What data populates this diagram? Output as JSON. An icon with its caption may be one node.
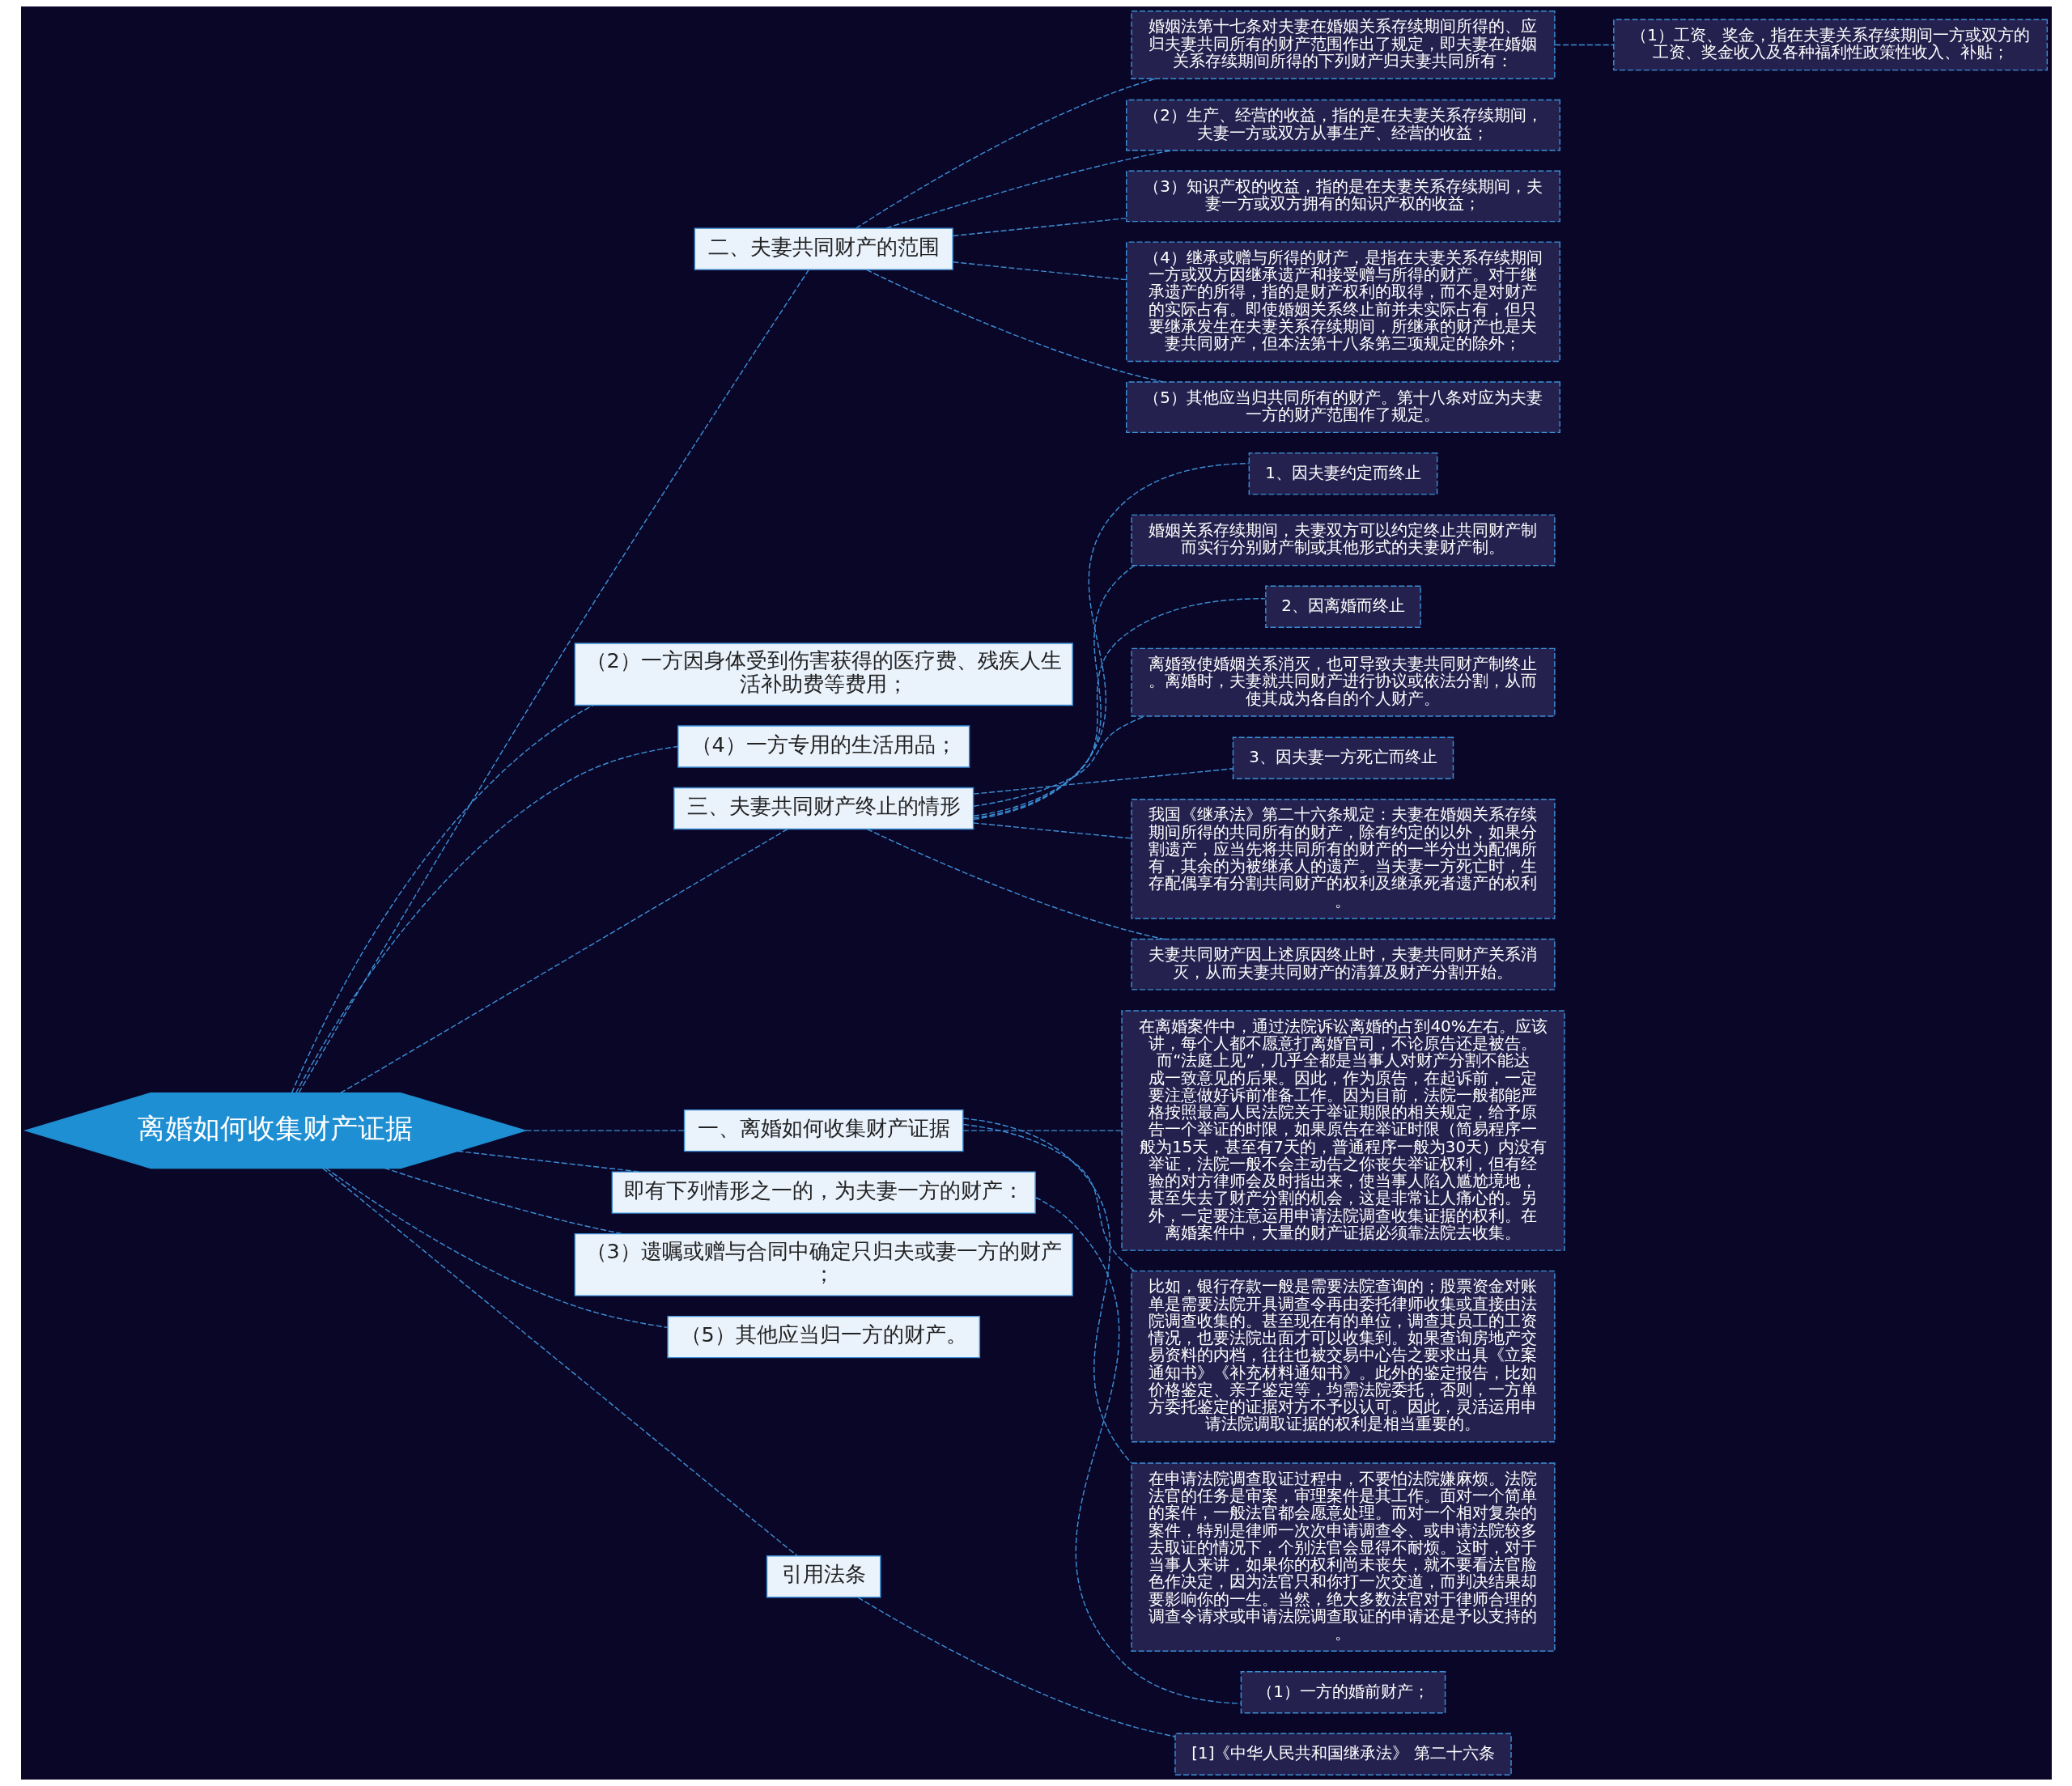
{
  "diagram": {
    "nodes": [
      {
        "text": [
          "离婚如何收集财产证据"
        ]
      },
      {
        "text": [
          "二、夫妻共同财产的范围"
        ]
      },
      {
        "text": [
          "婚姻法第十七条对夫妻在婚姻关系存续期间所得的、应归夫妻共同所有的财产范围作出了规定，即夫妻在婚姻关系存续期间所得的下列财产归夫妻共同所有："
        ]
      },
      {
        "text": [
          "（1）工资、奖金，指在夫妻关系存续期间一方或双方的工资、奖金收入及各种福利性政策性收入、补贴；"
        ]
      },
      {
        "text": [
          "（2）生产、经营的收益，指的是在夫妻关系存续期间，夫妻一方或双方从事生产、经营的收益；"
        ]
      },
      {
        "text": [
          "（3）知识产权的收益，指的是在夫妻关系存续期间，夫妻一方或双方拥有的知识产权的收益；"
        ]
      },
      {
        "text": [
          "（4）继承或赠与所得的财产，是指在夫妻关系存续期间一方或双方因继承遗产和接受赠与所得的财产。对于继承遗产的所得，指的是财产权利的取得，而不是对财产的实际占有。即使婚姻关系终止前并未实际占有，但只要继承发生在夫妻关系存续期间，所继承的财产也是夫妻共同财产，但本法第十八条第三项规定的除外；"
        ]
      },
      {
        "text": [
          "（5）其他应当归共同所有的财产。第十八条对应为夫妻一方的财产范围作了规定。"
        ]
      },
      {
        "text": [
          "（2）一方因身体受到伤害获得的医疗费、残疾人生活补助费等费用；"
        ]
      },
      {
        "text": [
          "（4）一方专用的生活用品；"
        ]
      },
      {
        "text": [
          "三、夫妻共同财产终止的情形"
        ]
      },
      {
        "text": [
          "1、因夫妻约定而终止"
        ]
      },
      {
        "text": [
          "婚姻关系存续期间，夫妻双方可以约定终止共同财产制而实行分别财产制或其他形式的夫妻财产制。"
        ]
      },
      {
        "text": [
          "2、因离婚而终止"
        ]
      },
      {
        "text": [
          "离婚致使婚姻关系消灭，也可导致夫妻共同财产制终止。离婚时，夫妻就共同财产进行协议或依法分割，从而使其成为各自的个人财产。"
        ]
      },
      {
        "text": [
          "3、因夫妻一方死亡而终止"
        ]
      },
      {
        "text": [
          "我国《继承法》第二十六条规定：夫妻在婚姻关系存续期间所得的共同所有的财产，除有约定的以外，如果分割遗产，应当先将共同所有的财产的一半分出为配偶所有，其余的为被继承人的遗产。当夫妻一方死亡时，生存配偶享有分割共同财产的权利及继承死者遗产的权利。"
        ]
      },
      {
        "text": [
          "夫妻共同财产因上述原因终止时，夫妻共同财产关系消灭，从而夫妻共同财产的清算及财产分割开始。"
        ]
      },
      {
        "text": [
          "一、离婚如何收集财产证据"
        ]
      },
      {
        "text": [
          "在离婚案件中，通过法院诉讼离婚的占到40%左右。应该讲，每个人都不愿意打离婚官司，不论原告还是被告。而“法庭上见”，几乎全都是当事人对财产分割不能达成一致意见的后果。因此，作为原告，在起诉前，一定要注意做好诉前准备工作。因为目前，法院一般都能严格按照最高人民法院关于举证期限的相关规定，给予原告一个举证的时限，如果原告在举证时限（简易程序一般为15天，甚至有7天的，普通程序一般为30天）内没有举证，法院一般不会主动告之你丧失举证权利，但有经验的对方律师会及时指出来，使当事人陷入尴尬境地，甚至失去了财产分割的机会，这是非常让人痛心的。另外，一定要注意运用申请法院调查收集证据的权利。在离婚案件中，大量的财产证据必须靠法院去收集。"
        ]
      },
      {
        "text": [
          "比如，银行存款一般是需要法院查询的；股票资金对账单是需要法院开具调查令再由委托律师收集或直接由法院调查收集的。甚至现在有的单位，调查其员工的工资情况，也要法院出面才可以收集到。如果查询房地产交易资料的内档，往往也被交易中心告之要求出具《立案通知书》《补充材料通知书》。此外的鉴定报告，比如价格鉴定、亲子鉴定等，均需法院委托，否则，一方单方委托鉴定的证据对方不予以认可。因此，灵活运用申请法院调取证据的权利是相当重要的。"
        ]
      },
      {
        "text": [
          "在申请法院调查取证过程中，不要怕法院嫌麻烦。法院法官的任务是审案，审理案件是其工作。面对一个简单的案件，一般法官都会愿意处理。而对一个相对复杂的案件，特别是律师一次次申请调查令、或申请法院较多去取证的情况下，个别法官会显得不耐烦。这时，对于当事人来讲，如果你的权利尚未丧失，就不要看法官脸色作决定，因为法官只和你打一次交道，而判决结果却要影响你的一生。当然，绝大多数法官对于律师合理的调查令请求或申请法院调查取证的申请还是予以支持的。"
        ]
      },
      {
        "text": [
          "即有下列情形之一的，为夫妻一方的财产："
        ]
      },
      {
        "text": [
          "（1）一方的婚前财产；"
        ]
      },
      {
        "text": [
          "（3）遗嘱或赠与合同中确定只归夫或妻一方的财产；"
        ]
      },
      {
        "text": [
          "（5）其他应当归一方的财产。"
        ]
      },
      {
        "text": [
          "引用法条"
        ]
      },
      {
        "text": [
          "[1]《中华人民共和国继承法》 第二十六条"
        ]
      }
    ],
    "edges": [
      {
        "from": 0,
        "to": 1,
        "arrow": "none",
        "style": "dashed"
      },
      {
        "from": 1,
        "to": 2,
        "arrow": "none",
        "style": "dashed"
      },
      {
        "from": 2,
        "to": 3,
        "arrow": "none",
        "style": "dashed"
      },
      {
        "from": 1,
        "to": 4,
        "arrow": "none",
        "style": "dashed"
      },
      {
        "from": 1,
        "to": 5,
        "arrow": "none",
        "style": "dashed"
      },
      {
        "from": 1,
        "to": 6,
        "arrow": "none",
        "style": "dashed"
      },
      {
        "from": 1,
        "to": 7,
        "arrow": "none",
        "style": "dashed"
      },
      {
        "from": 0,
        "to": 8,
        "arrow": "none",
        "style": "dashed"
      },
      {
        "from": 0,
        "to": 9,
        "arrow": "none",
        "style": "dashed"
      },
      {
        "from": 0,
        "to": 10,
        "arrow": "none",
        "style": "dashed"
      },
      {
        "from": 10,
        "to": 11,
        "arrow": "none",
        "style": "dashed"
      },
      {
        "from": 10,
        "to": 12,
        "arrow": "none",
        "style": "dashed"
      },
      {
        "from": 10,
        "to": 13,
        "arrow": "none",
        "style": "dashed"
      },
      {
        "from": 10,
        "to": 14,
        "arrow": "none",
        "style": "dashed"
      },
      {
        "from": 10,
        "to": 15,
        "arrow": "none",
        "style": "dashed"
      },
      {
        "from": 10,
        "to": 16,
        "arrow": "none",
        "style": "dashed"
      },
      {
        "from": 10,
        "to": 17,
        "arrow": "none",
        "style": "dashed"
      },
      {
        "from": 0,
        "to": 18,
        "arrow": "none",
        "style": "dashed"
      },
      {
        "from": 18,
        "to": 19,
        "arrow": "none",
        "style": "dashed"
      },
      {
        "from": 18,
        "to": 20,
        "arrow": "none",
        "style": "dashed"
      },
      {
        "from": 18,
        "to": 21,
        "arrow": "none",
        "style": "dashed"
      },
      {
        "from": 0,
        "to": 22,
        "arrow": "none",
        "style": "dashed"
      },
      {
        "from": 22,
        "to": 23,
        "arrow": "none",
        "style": "dashed"
      },
      {
        "from": 0,
        "to": 24,
        "arrow": "none",
        "style": "dashed"
      },
      {
        "from": 0,
        "to": 25,
        "arrow": "none",
        "style": "dashed"
      },
      {
        "from": 0,
        "to": 26,
        "arrow": "none",
        "style": "dashed"
      },
      {
        "from": 26,
        "to": 27,
        "arrow": "none",
        "style": "dashed"
      }
    ]
  }
}
